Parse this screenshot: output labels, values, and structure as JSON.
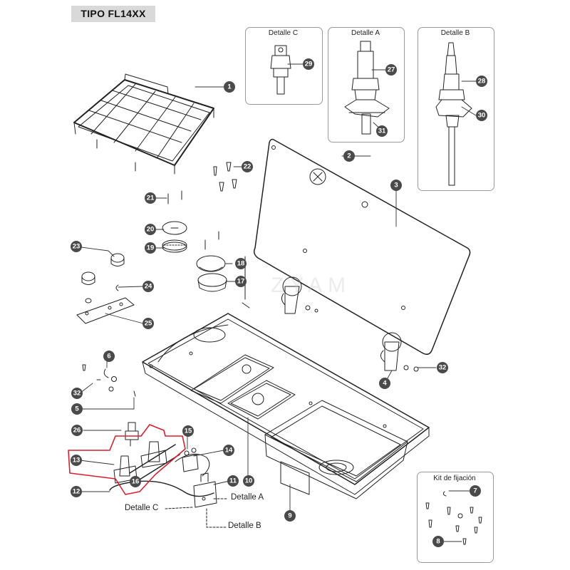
{
  "title": "TIPO FL14XX",
  "detail_boxes": {
    "c": {
      "title": "Detalle C"
    },
    "a": {
      "title": "Detalle A"
    },
    "b": {
      "title": "Detalle B"
    },
    "kit": {
      "title": "Kit de fijación"
    }
  },
  "detail_callouts": {
    "a": "Detalle A",
    "b": "Detalle B",
    "c": "Detalle C"
  },
  "watermark": "ZYAM",
  "parts": [
    "1",
    "2",
    "3",
    "4",
    "5",
    "6",
    "7",
    "8",
    "9",
    "10",
    "11",
    "12",
    "13",
    "14",
    "15",
    "16",
    "17",
    "18",
    "19",
    "20",
    "21",
    "22",
    "23",
    "24",
    "25",
    "26",
    "27",
    "28",
    "29",
    "30",
    "31",
    "32",
    "32"
  ],
  "colors": {
    "badge": "#4a4a4a",
    "line": "#222222",
    "highlight": "#d6202e",
    "title_bg": "#d9d9d9"
  }
}
